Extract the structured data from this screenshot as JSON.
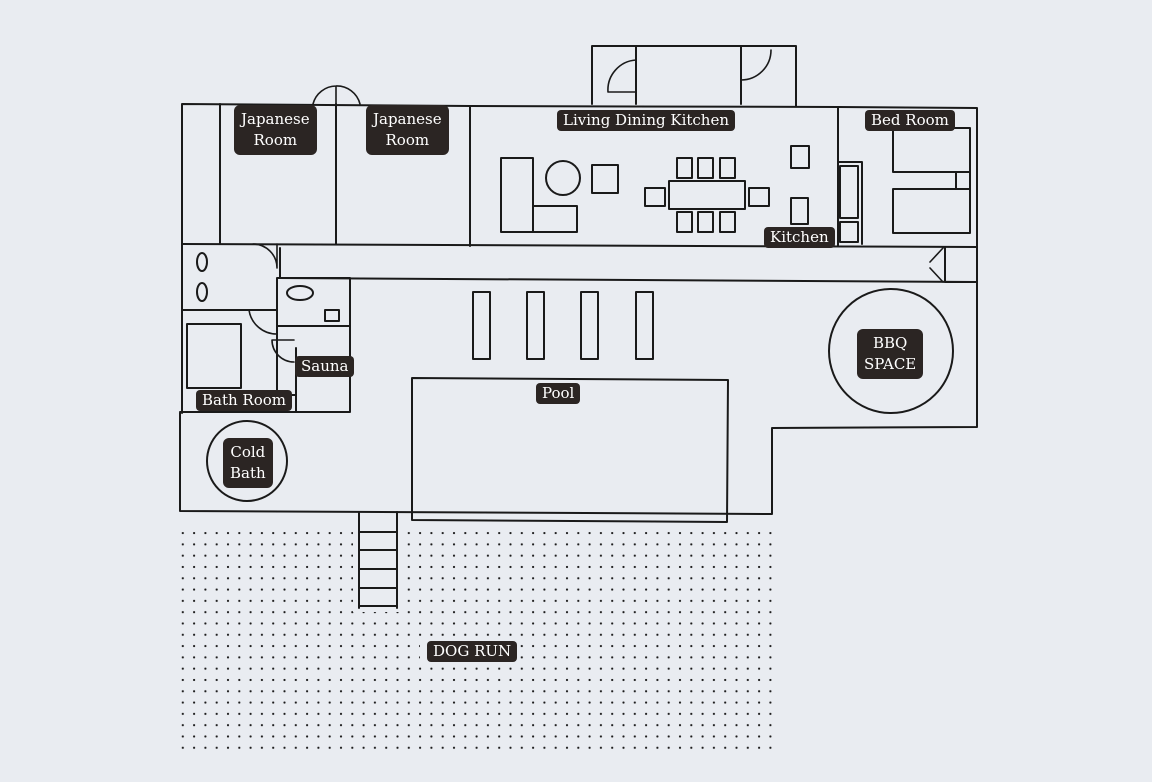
{
  "plan": {
    "rooms": {
      "japanese_room_1": "Japanese\nRoom",
      "japanese_room_2": "Japanese\nRoom",
      "living_dining_kitchen": "Living Dining Kitchen",
      "bed_room": "Bed Room",
      "kitchen": "Kitchen",
      "sauna": "Sauna",
      "bath_room": "Bath Room",
      "cold_bath": "Cold\nBath",
      "pool": "Pool",
      "bbq_space": "BBQ\nSPACE",
      "dog_run": "DOG RUN"
    },
    "colors": {
      "background": "#e9ecf1",
      "wall": "#1a1a1a",
      "label_bg": "#2b2523",
      "label_text": "#ffffff"
    }
  }
}
